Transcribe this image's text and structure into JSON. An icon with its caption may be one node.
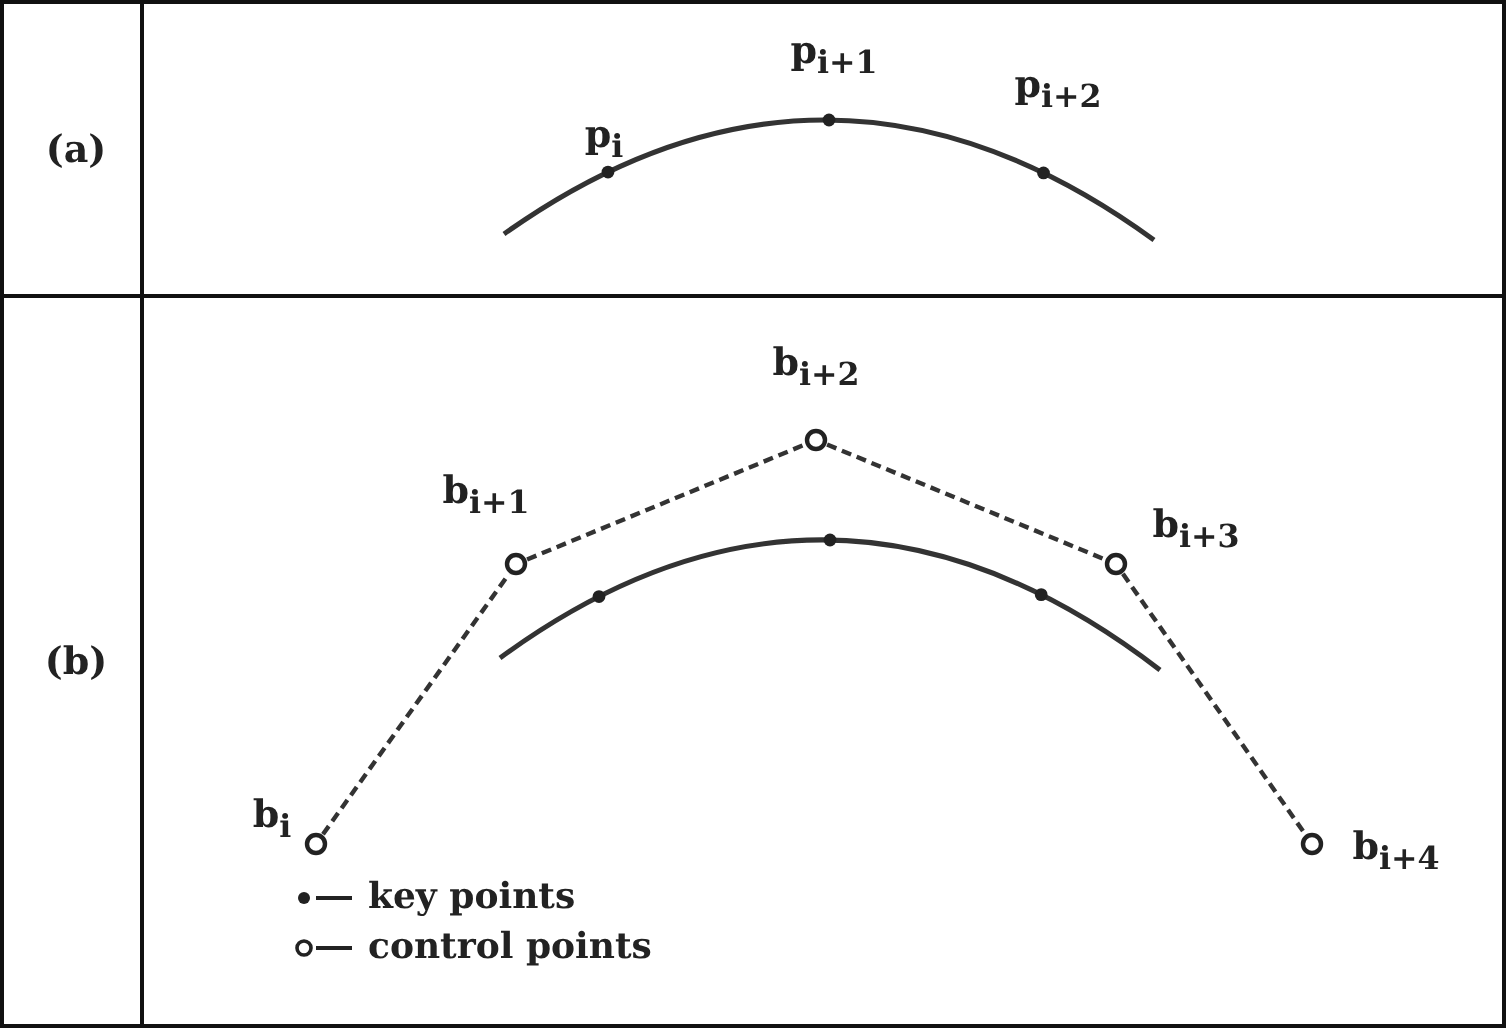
{
  "diagram": {
    "nodes": [
      {
        "text": [
          "(a)"
        ]
      },
      {
        "text": [
          "(b)"
        ]
      },
      {
        "text": [],
        "shape": "circle",
        "in": 1,
        "beside": [
          "b$_{i}$"
        ]
      },
      {
        "text": [],
        "shape": "circle",
        "in": 1,
        "beside": [
          "b$_{i+1}$"
        ]
      },
      {
        "text": [],
        "shape": "circle",
        "in": 1,
        "beside": [
          "b$_{i+2}$"
        ]
      },
      {
        "text": [],
        "shape": "circle",
        "in": 1,
        "beside": [
          "b$_{i+3}$"
        ]
      },
      {
        "text": [],
        "shape": "circle",
        "in": 1,
        "beside": [
          "b$_{i+4}$"
        ]
      }
    ],
    "edges": [
      {
        "from": 2,
        "to": 3,
        "arrow": "none",
        "style": "dashed"
      },
      {
        "from": 3,
        "to": 4,
        "arrow": "none",
        "style": "dashed"
      },
      {
        "from": 4,
        "to": 5,
        "arrow": "none",
        "style": "dashed"
      },
      {
        "from": 5,
        "to": 6,
        "arrow": "none",
        "style": "dashed"
      }
    ],
    "labels": [
      "p$_{i+1}$",
      "p$_{i+2}$",
      "p$_{i}$"
    ],
    "legend": [
      {
        "text": "key points"
      },
      {
        "text": "control points"
      }
    ]
  }
}
